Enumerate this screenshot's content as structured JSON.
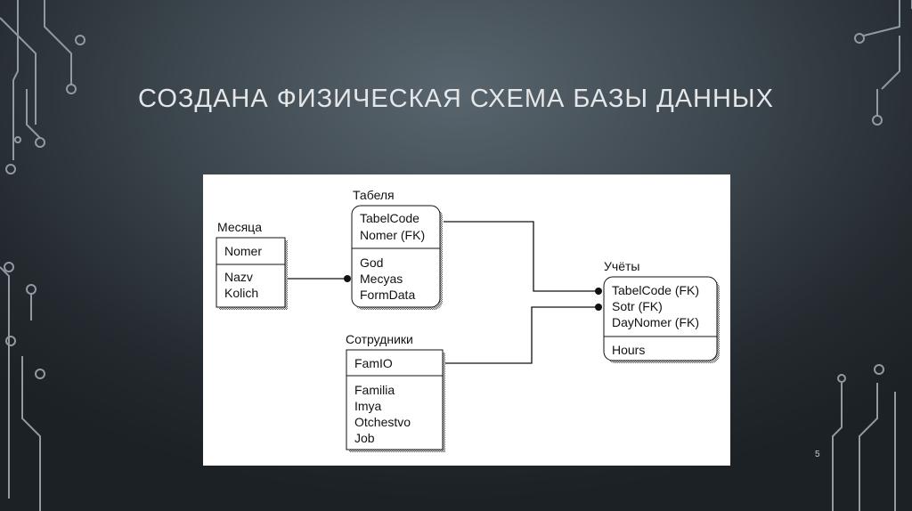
{
  "slide": {
    "title": "СОЗДАНА ФИЗИЧЕСКАЯ СХЕМА БАЗЫ ДАННЫХ",
    "page_number": "5"
  },
  "diagram": {
    "entities": {
      "mesyatsa": {
        "name": "Месяца",
        "keys": [
          "Nomer"
        ],
        "attributes": [
          "Nazv",
          "Kolich"
        ]
      },
      "tabelya": {
        "name": "Табеля",
        "keys": [
          "TabelCode",
          "Nomer (FK)"
        ],
        "attributes": [
          "God",
          "Mecyas",
          "FormData"
        ]
      },
      "sotrudniki": {
        "name": "Сотрудники",
        "keys": [
          "FamIO"
        ],
        "attributes": [
          "Familia",
          "Imya",
          "Otchestvo",
          "Job"
        ]
      },
      "uchety": {
        "name": "Учёты",
        "keys": [
          "TabelCode (FK)",
          "Sotr (FK)",
          "DayNomer (FK)"
        ],
        "attributes": [
          "Hours"
        ]
      }
    },
    "relationships": [
      {
        "from": "Месяца",
        "to": "Табеля"
      },
      {
        "from": "Табеля",
        "to": "Учёты"
      },
      {
        "from": "Сотрудники",
        "to": "Учёты"
      }
    ]
  }
}
